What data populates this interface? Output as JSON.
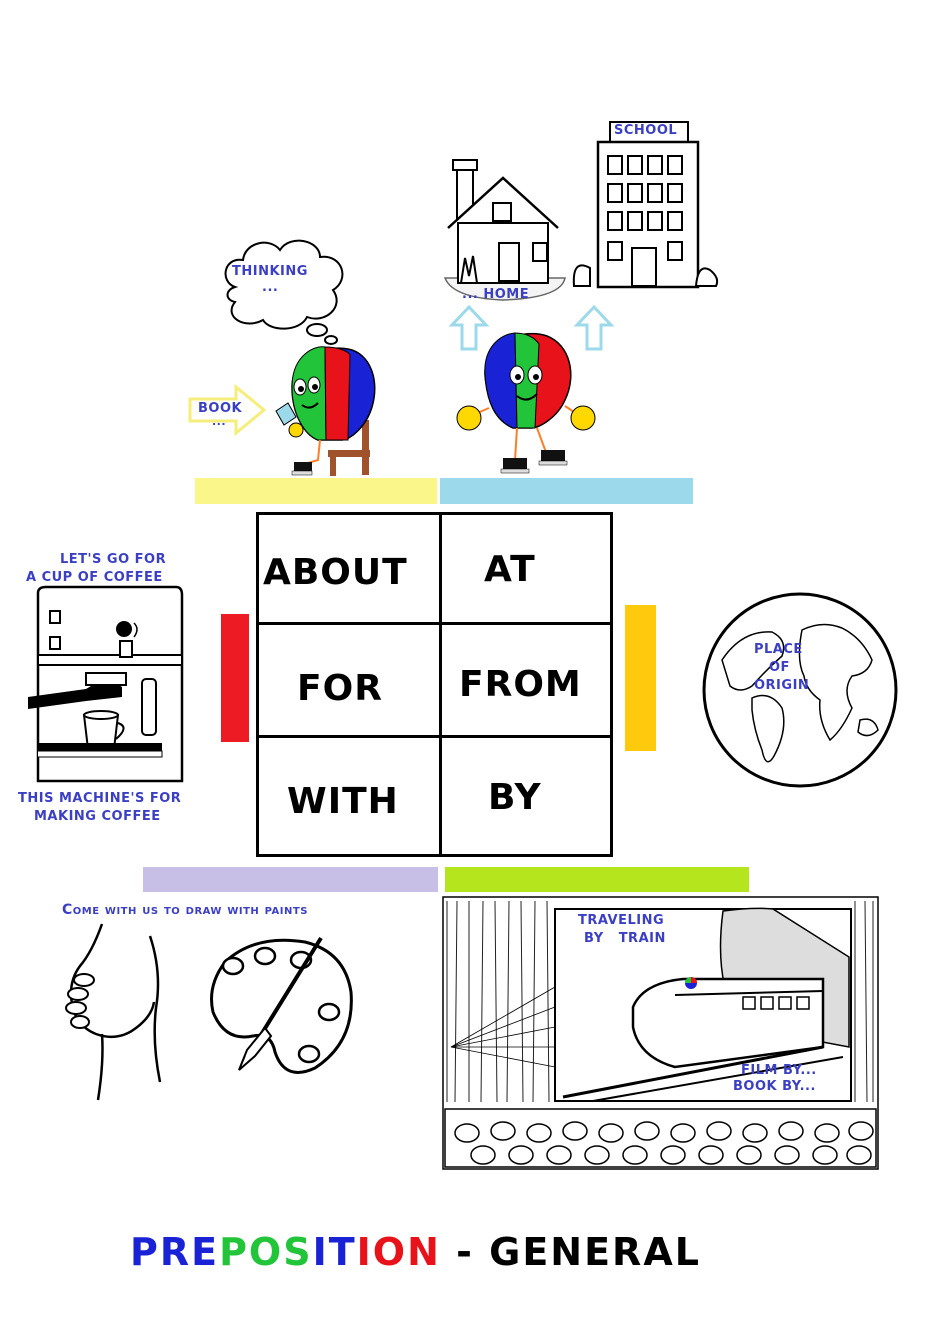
{
  "labels": {
    "thinking": "THINKING",
    "thinking_dots": "...",
    "book": "BOOK",
    "book_dots": "...",
    "home": "... HOME",
    "school": "SCHOOL",
    "coffee_line1": "LET'S GO FOR",
    "coffee_line2": "A CUP OF COFFEE",
    "machine_line1": "THIS MACHINE'S FOR",
    "machine_line2": "MAKING COFFEE",
    "origin_line1": "PLACE",
    "origin_line2": "OF",
    "origin_line3": "ORIGIN",
    "paints": "Come with us to draw with paints",
    "train_line1": "TRAVELING",
    "train_line2": "BY   TRAIN",
    "film_line1": "FILM BY...",
    "film_line2": "BOOK BY..."
  },
  "grid": {
    "cells": [
      "ABOUT",
      "AT",
      "FOR",
      "FROM",
      "WITH",
      "BY"
    ]
  },
  "title": {
    "pre": "PRE",
    "pos": "POS",
    "it": "IT",
    "ion": "ION",
    "rest": " - GENERAL"
  },
  "colors": {
    "yellow_bar": "#fbf68a",
    "blue_bar": "#9cd9ea",
    "red_bar": "#ed1c24",
    "orange_bar": "#ffc90e",
    "lavender_bar": "#c8bfe7",
    "green_bar": "#b5e61d",
    "label_blue": "#3a3fc4",
    "title_blue": "#1a22d6",
    "title_green": "#22c43a",
    "title_red": "#e8121b"
  },
  "icons": [
    "thought-cloud-icon",
    "balloon-character-icon",
    "house-icon",
    "school-building-icon",
    "up-arrow-icon",
    "right-arrow-icon",
    "chair-icon",
    "coffee-machine-icon",
    "globe-icon",
    "handshake-icon",
    "paint-palette-icon",
    "train-cinema-icon"
  ]
}
